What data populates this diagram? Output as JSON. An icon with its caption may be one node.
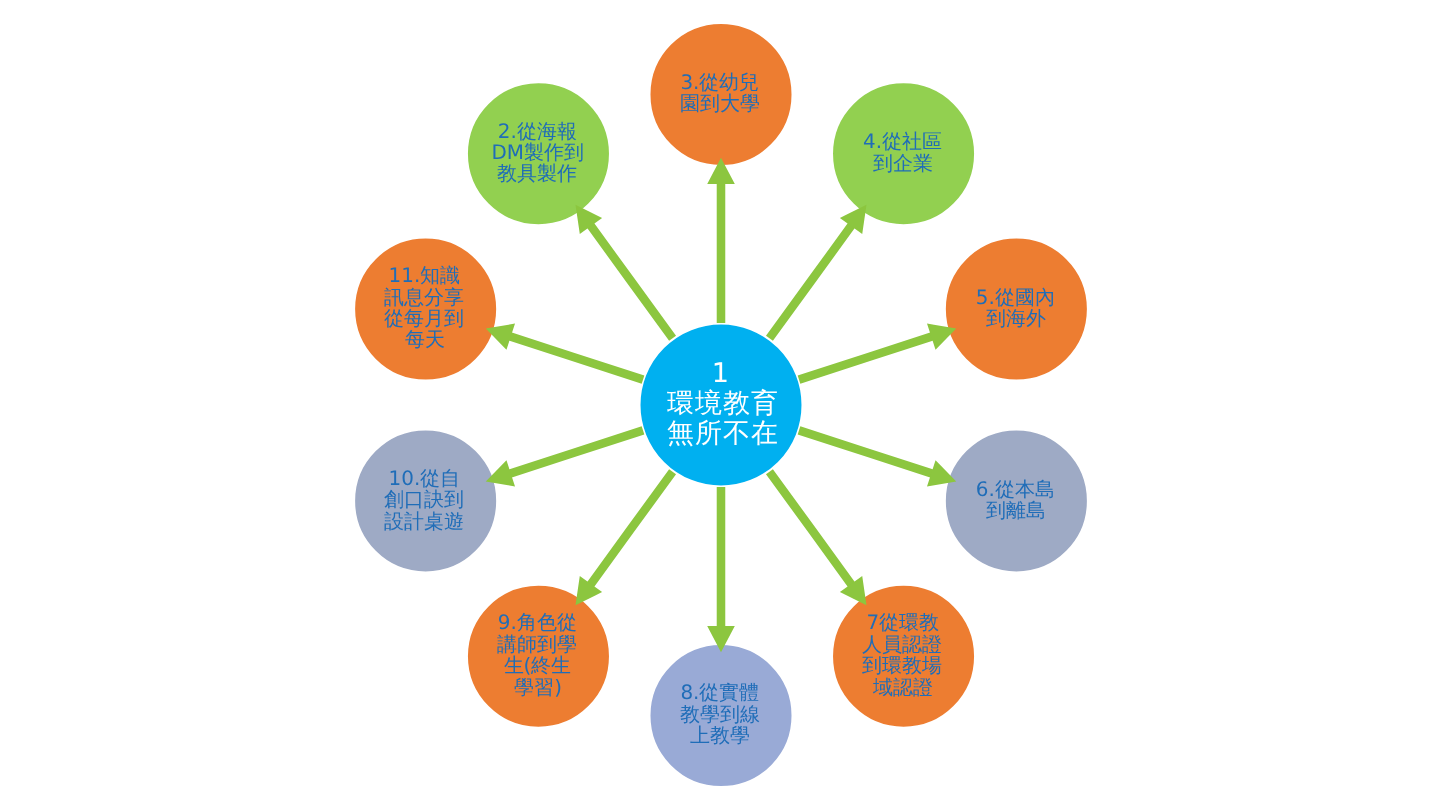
{
  "diagram": {
    "nodes": [
      {
        "text": [
          "1",
          "環境教育無所不在"
        ]
      },
      {
        "text": [
          "2.從海報DM製作到教具製作"
        ]
      },
      {
        "text": [
          "3.從幼兒園到大學"
        ]
      },
      {
        "text": [
          "4.從社區到企業"
        ]
      },
      {
        "text": [
          "5.從國內到海外"
        ]
      },
      {
        "text": [
          "6.從本島到離島"
        ]
      },
      {
        "text": [
          "7從環教人員認證到環教場域認證"
        ]
      },
      {
        "text": [
          "8.從實體教學到線上教學"
        ]
      },
      {
        "text": [
          "9.角色從講師到學生(終生學習)"
        ]
      },
      {
        "text": [
          "10.從自創口訣到設計桌遊"
        ]
      },
      {
        "text": [
          "11.知識訊息分享從每月到每天"
        ]
      }
    ],
    "edges": [
      {
        "from": 0,
        "to": 1,
        "arrow": "to"
      },
      {
        "from": 0,
        "to": 2,
        "arrow": "to"
      },
      {
        "from": 0,
        "to": 3,
        "arrow": "to"
      },
      {
        "from": 0,
        "to": 4,
        "arrow": "to"
      },
      {
        "from": 0,
        "to": 5,
        "arrow": "to"
      },
      {
        "from": 0,
        "to": 6,
        "arrow": "to"
      },
      {
        "from": 0,
        "to": 7,
        "arrow": "to"
      },
      {
        "from": 0,
        "to": 8,
        "arrow": "to"
      },
      {
        "from": 0,
        "to": 9,
        "arrow": "to"
      },
      {
        "from": 0,
        "to": 10,
        "arrow": "to"
      }
    ]
  }
}
